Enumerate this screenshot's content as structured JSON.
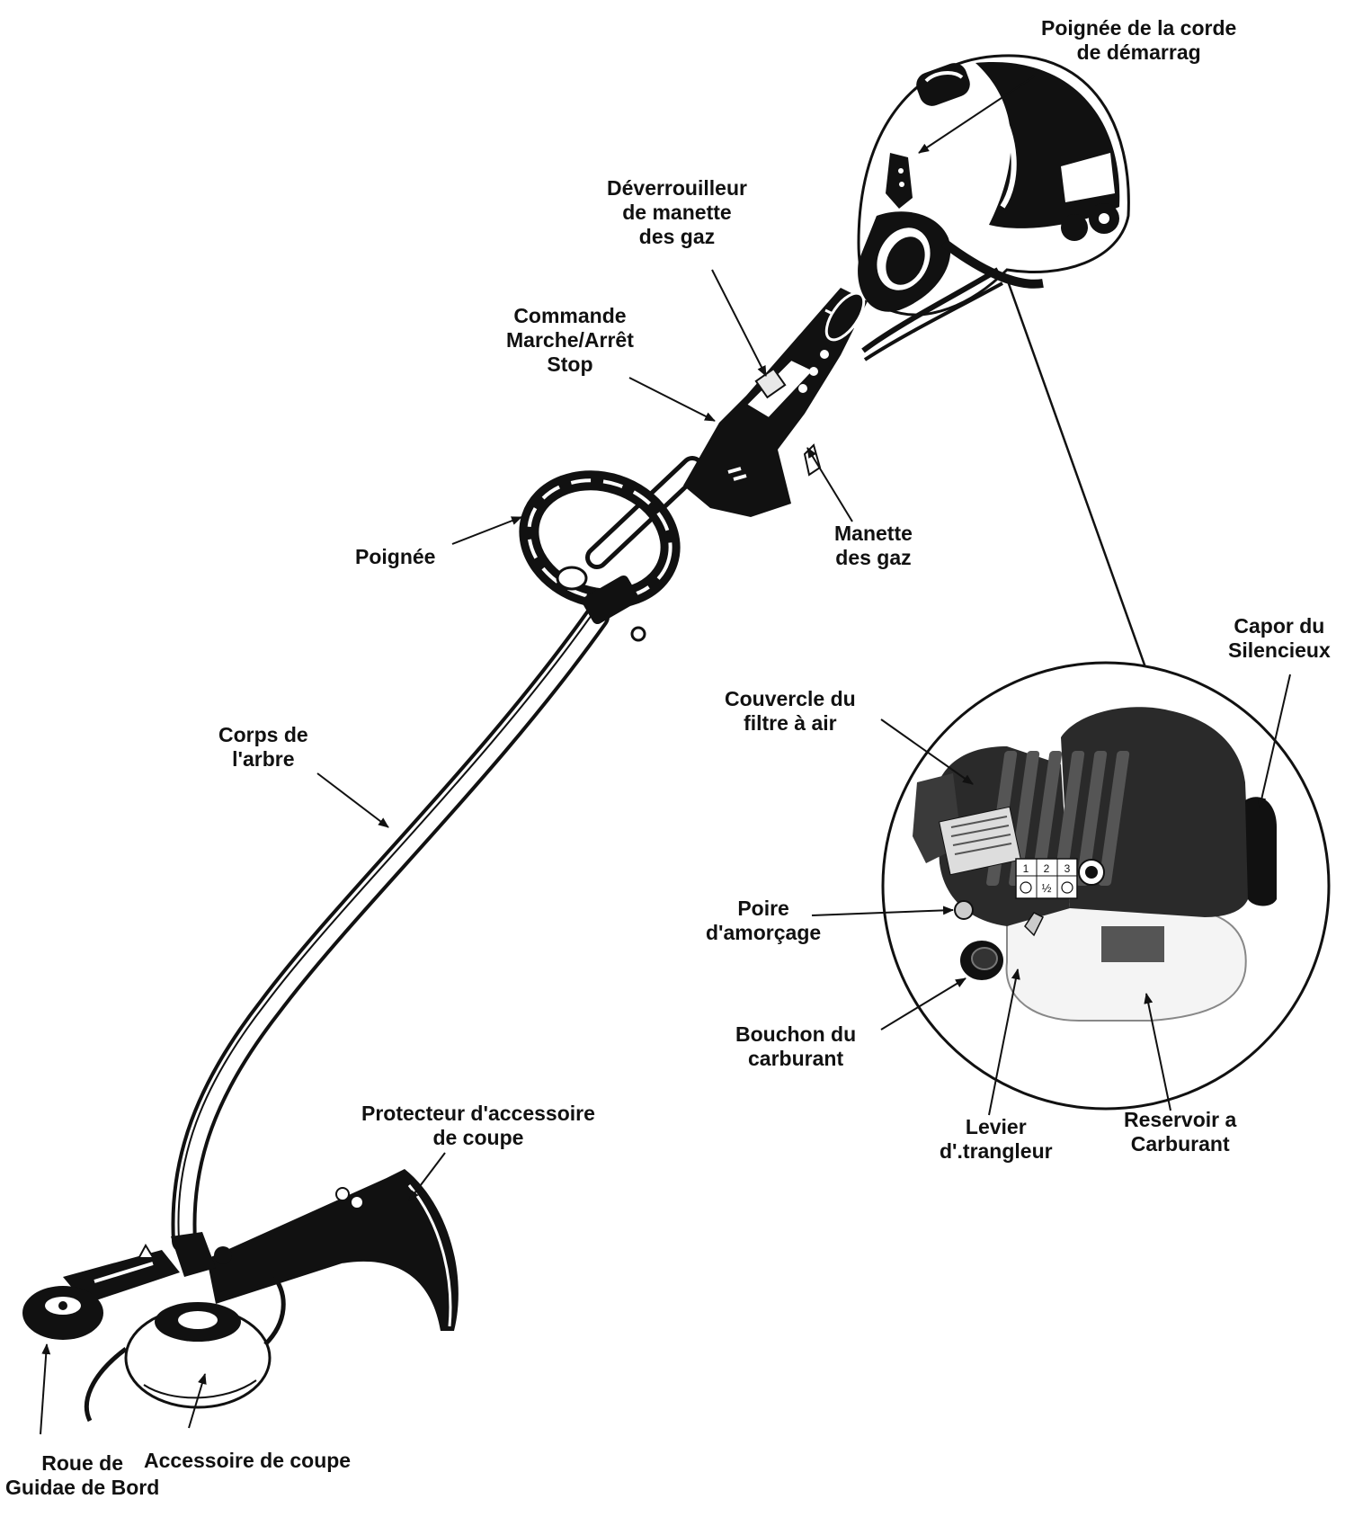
{
  "colors": {
    "ink": "#111111",
    "paper": "#ffffff",
    "engine_dark": "#2a2a2a",
    "engine_mid": "#4a4a4a",
    "tank": "#f4f4f4"
  },
  "labels": {
    "starter_handle": [
      "Poignée de la corde",
      "de démarrag"
    ],
    "throttle_lockout": [
      "Déverrouilleur",
      "de manette",
      "des gaz"
    ],
    "on_off_switch": [
      "Commande",
      "Marche/Arrêt",
      "Stop"
    ],
    "throttle_trigger": [
      "Manette",
      "des gaz"
    ],
    "handle": [
      "Poignée"
    ],
    "shaft": [
      "Corps de",
      "l'arbre"
    ],
    "muffler_cover": [
      "Capor du",
      "Silencieux"
    ],
    "air_filter_cover": [
      "Couvercle du",
      "filtre à air"
    ],
    "primer_bulb": [
      "Poire",
      "d'amorçage"
    ],
    "fuel_cap": [
      "Bouchon du",
      "carburant"
    ],
    "choke_lever": [
      "Levier",
      "d'.trangleur"
    ],
    "fuel_tank": [
      "Reservoir a",
      "Carburant"
    ],
    "guard": [
      "Protecteur d'accessoire",
      "de coupe"
    ],
    "edger_wheel": [
      "Roue de",
      "Guidae de Bord"
    ],
    "cutting_head": [
      "Accessoire de coupe"
    ]
  },
  "decal": {
    "steps": [
      "1",
      "2",
      "3"
    ],
    "half": "½"
  }
}
